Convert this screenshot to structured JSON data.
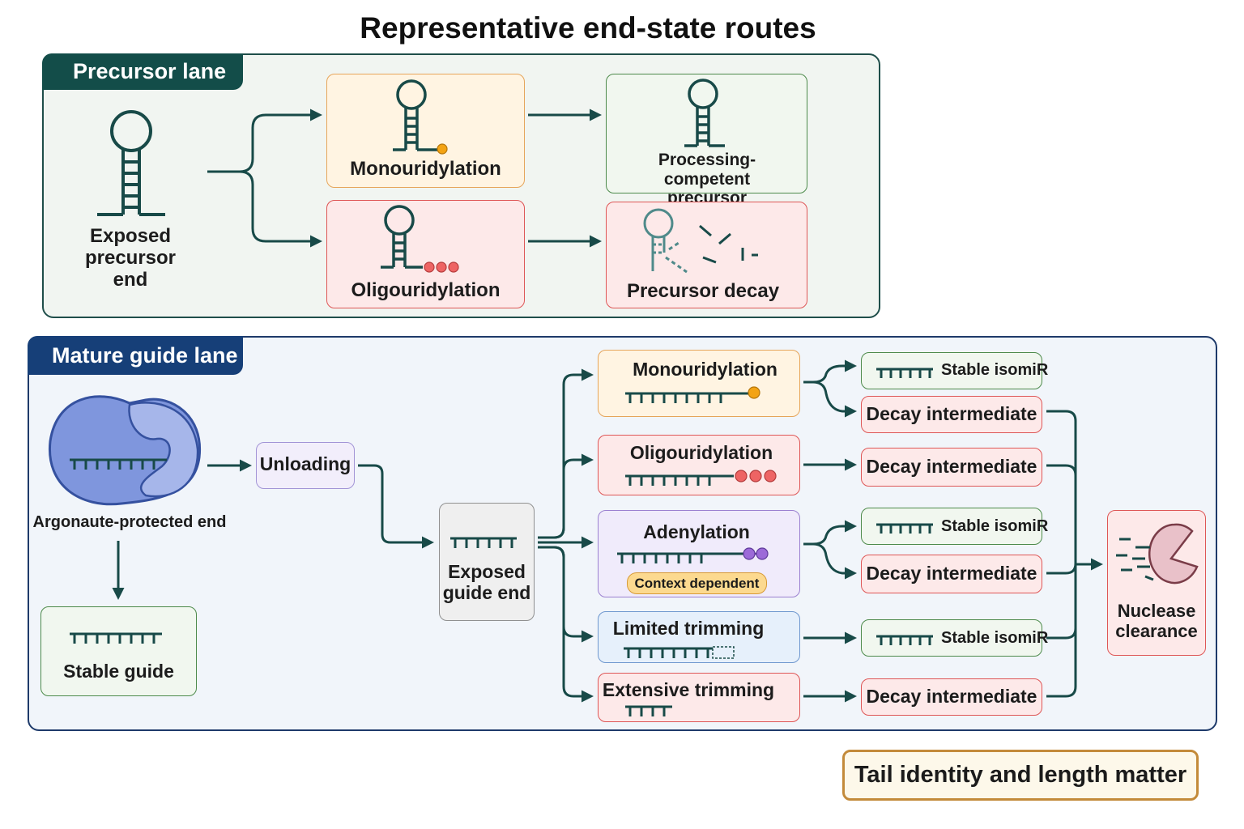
{
  "title": "Representative end-state routes",
  "colors": {
    "teal_dark": "#184a48",
    "orange_dot": "#f3a314",
    "red_dot": "#ee6464",
    "purple_dot": "#9c6ad8",
    "lane_precursor": "#1f4e4a",
    "lane_mature": "#1e3a6a"
  },
  "precursor_lane": {
    "tab": "Precursor lane",
    "source": "Exposed precursor end",
    "routes": [
      {
        "step": "Monouridylation",
        "outcome": "Processing-competent precursor"
      },
      {
        "step": "Oligouridylation",
        "outcome": "Precursor decay"
      }
    ]
  },
  "mature_lane": {
    "tab": "Mature guide lane",
    "source": "Argonaute-protected end",
    "stable": "Stable guide",
    "unloading": "Unloading",
    "exposed": "Exposed guide end",
    "modifications": [
      {
        "label": "Monouridylation",
        "outcomes": [
          "Stable isomiR",
          "Decay intermediate"
        ]
      },
      {
        "label": "Oligouridylation",
        "outcomes": [
          "Decay intermediate"
        ]
      },
      {
        "label": "Adenylation",
        "badge": "Context dependent",
        "outcomes": [
          "Stable isomiR",
          "Decay intermediate"
        ]
      },
      {
        "label": "Limited trimming",
        "outcomes": [
          "Stable isomiR"
        ]
      },
      {
        "label": "Extensive trimming",
        "outcomes": [
          "Decay intermediate"
        ]
      }
    ],
    "clearance": "Nuclease clearance"
  },
  "takeaway": "Tail identity and length matter"
}
